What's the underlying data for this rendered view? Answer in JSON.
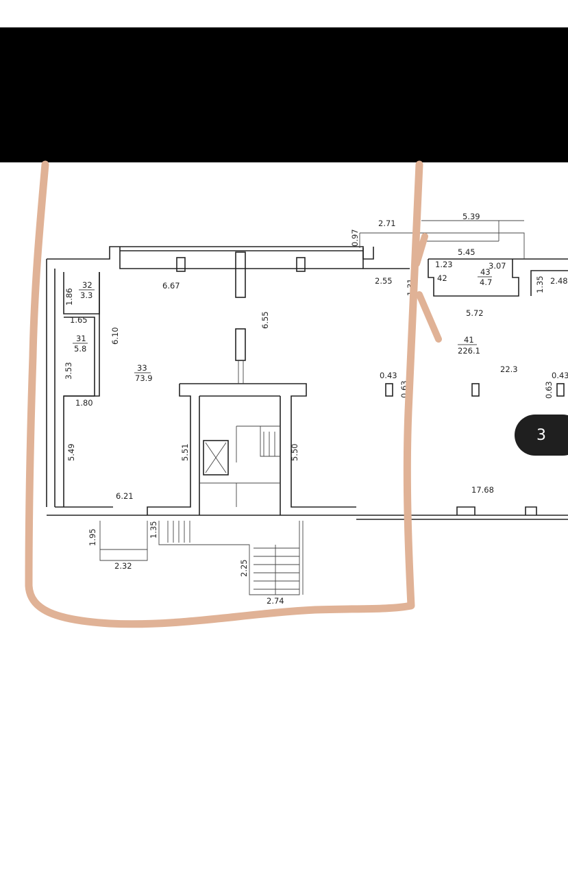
{
  "floor_plan": {
    "rooms": [
      {
        "number": "32",
        "area": "3.3"
      },
      {
        "number": "31",
        "area": "5.8"
      },
      {
        "number": "33",
        "area": "73.9"
      },
      {
        "number": "42",
        "area": ""
      },
      {
        "number": "43",
        "area": "4.7"
      },
      {
        "number": "41",
        "area": "226.1"
      }
    ],
    "dimensions": {
      "d097": "0.97",
      "d271": "2.71",
      "d539": "5.39",
      "d545": "5.45",
      "d123": "1.23",
      "d307": "3.07",
      "d255": "2.55",
      "d131": "1.31",
      "d135a": "1.35",
      "d248": "2.48",
      "d572": "5.72",
      "d223": "22.3",
      "d043a": "0.43",
      "d063a": "0.63",
      "d043b": "0.43",
      "d063b": "0.63",
      "d1768": "17.68",
      "d186": "1.86",
      "d667": "6.67",
      "d165": "1.65",
      "d610": "6.10",
      "d353": "3.53",
      "d655": "6.55",
      "d180": "1.80",
      "d549": "5.49",
      "d551": "5.51",
      "d550": "5.50",
      "d621": "6.21",
      "d195": "1.95",
      "d135b": "1.35",
      "d232": "2.32",
      "d225": "2.25",
      "d274": "2.74"
    }
  },
  "annotation": {
    "color": "#e0b296"
  },
  "page_badge": {
    "label": "3"
  }
}
